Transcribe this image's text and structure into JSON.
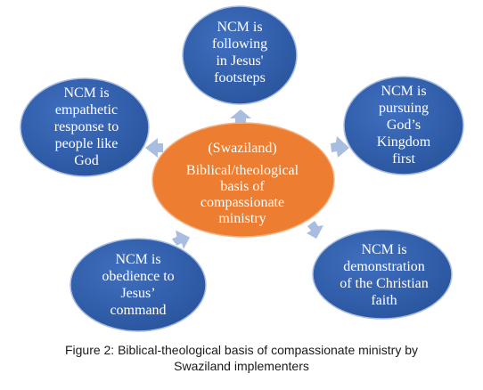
{
  "diagram": {
    "center": {
      "lines": [
        "(Swaziland)",
        "Biblical/theological",
        "basis of",
        "compassionate",
        "ministry"
      ],
      "color": "#ED7D31"
    },
    "outer_color": "#2E5CA8",
    "arrow_color": "#A9BDE0",
    "nodes": [
      {
        "id": "top",
        "lines": [
          "NCM is",
          "following",
          "in Jesus'",
          "footsteps"
        ]
      },
      {
        "id": "upper-right",
        "lines": [
          "NCM is",
          "pursuing",
          "God’s",
          "Kingdom",
          "first"
        ]
      },
      {
        "id": "lower-right",
        "lines": [
          "NCM is",
          "demonstration",
          "of the Christian",
          "faith"
        ]
      },
      {
        "id": "lower-left",
        "lines": [
          "NCM is",
          "obedience to",
          "Jesus’",
          "command"
        ]
      },
      {
        "id": "upper-left",
        "lines": [
          "NCM is",
          "empathetic",
          "response to",
          "people like",
          "God"
        ]
      }
    ]
  },
  "caption": {
    "line1": "Figure 2: Biblical-theological basis of compassionate ministry by",
    "line2": "Swaziland implementers"
  }
}
